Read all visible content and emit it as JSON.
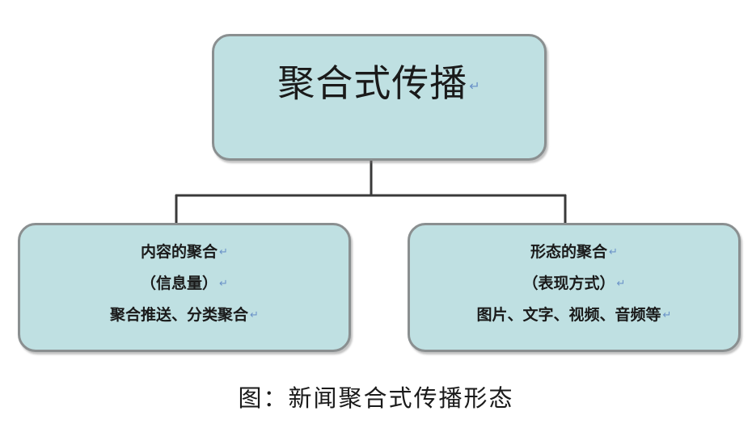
{
  "diagram": {
    "root": {
      "label": "聚合式传播"
    },
    "children": [
      {
        "lines": [
          "内容的聚合",
          "（信息量）",
          "聚合推送、分类聚合"
        ]
      },
      {
        "lines": [
          "形态的聚合",
          "（表现方式）",
          "图片、文字、视频、音频等"
        ]
      }
    ],
    "caption": "图：新闻聚合式传播形态"
  },
  "colors": {
    "box_fill": "#bfe0e2",
    "box_border": "#8a8f90",
    "connector": "#3a3a3a",
    "paragraph_mark": "#6b93c8"
  },
  "icons": {
    "paragraph_mark": "paragraph-mark-icon"
  }
}
